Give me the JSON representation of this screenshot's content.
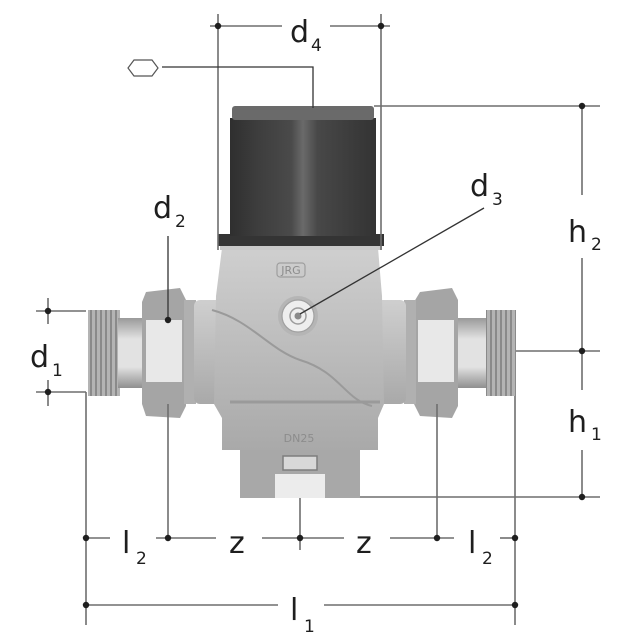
{
  "diagram": {
    "subject": "Pressure reducing valve with union connections",
    "brand_mark": "JRG",
    "size_mark": "DN25",
    "dimension_labels": {
      "d4": {
        "base": "d",
        "sub": "4"
      },
      "d3": {
        "base": "d",
        "sub": "3"
      },
      "d2": {
        "base": "d",
        "sub": "2"
      },
      "d1": {
        "base": "d",
        "sub": "1"
      },
      "h2": {
        "base": "h",
        "sub": "2"
      },
      "h1": {
        "base": "h",
        "sub": "1"
      },
      "l2_left": {
        "base": "l",
        "sub": "2"
      },
      "z_left": {
        "base": "z"
      },
      "z_right": {
        "base": "z"
      },
      "l2_right": {
        "base": "l",
        "sub": "2"
      },
      "l1": {
        "base": "l",
        "sub": "1"
      }
    },
    "symbols": {
      "wrench_size": "hexagon-icon"
    },
    "colors": {
      "background": "#ffffff",
      "dimension_line": "#6e6e6e",
      "cap_dark": "#3c3c3c",
      "body_metal": "#bdbdbd",
      "nut_metal": "#a8a8a8"
    }
  }
}
